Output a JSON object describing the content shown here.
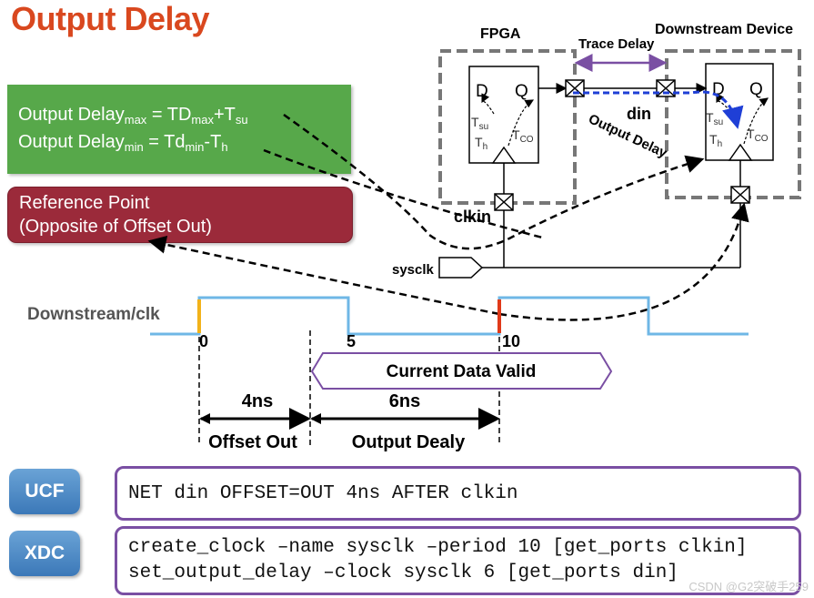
{
  "title": "Output Delay",
  "formulas": {
    "max": {
      "lhs": "Output Delay",
      "lhs_sub": "max",
      "eq": " = TD",
      "sub1": "max",
      "plus": "+T",
      "sub2": "su"
    },
    "min": {
      "lhs": "Output Delay",
      "lhs_sub": "min",
      "eq": " = Td",
      "sub1": "min",
      "minus": "-T",
      "sub2": "h"
    }
  },
  "reference": {
    "line1": "Reference Point",
    "line2": "(Opposite of Offset Out)"
  },
  "fpga": {
    "label": "FPGA",
    "d": "D",
    "q": "Q",
    "tsu": "T",
    "tsu_sub": "su",
    "th": "T",
    "th_sub": "h",
    "tco": "T",
    "tco_sub": "CO",
    "clk_label": "clkin"
  },
  "downstream": {
    "label": "Downstream Device",
    "d": "D",
    "q": "Q",
    "tsu": "T",
    "tsu_sub": "su",
    "th": "T",
    "th_sub": "h",
    "tco": "T",
    "tco_sub": "CO"
  },
  "trace_delay": "Trace Delay",
  "din_label": "din",
  "output_delay_label": "Output Delay",
  "sysclk_label": "sysclk",
  "waveform": {
    "clock_label": "Downstream/clk",
    "ticks": [
      "0",
      "5",
      "10"
    ],
    "data_valid": "Current Data Valid",
    "offset_value": "4ns",
    "offset_label": "Offset Out",
    "output_value": "6ns",
    "output_label": "Output Dealy"
  },
  "colors": {
    "title": "#d9481f",
    "formula_bg": "#57a84a",
    "reference_bg": "#9b2a3a",
    "clock_wave": "#6fb7e6",
    "trace": "#7a4fa3",
    "path": "#1f3fd6"
  },
  "ucf": {
    "tag": "UCF",
    "code": "NET din OFFSET=OUT 4ns AFTER clkin"
  },
  "xdc": {
    "tag": "XDC",
    "line1": "create_clock –name sysclk –period 10 [get_ports clkin]",
    "line2": "set_output_delay –clock sysclk 6 [get_ports din]"
  },
  "watermark": "CSDN @G2突破手259"
}
